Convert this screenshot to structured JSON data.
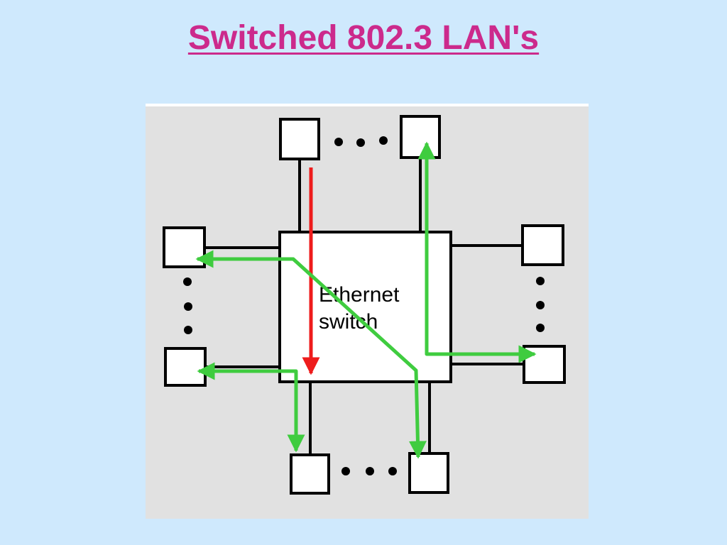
{
  "slide": {
    "title": "Switched 802.3 LAN's"
  },
  "diagram": {
    "background_color": "#e1e1e1",
    "switch_label_line1": "Ethernet",
    "switch_label_line2": "switch",
    "colors": {
      "red_path": "#ee1c1c",
      "green_path": "#3fcc3f",
      "link": "#000000",
      "node_fill": "#ffffff"
    }
  }
}
